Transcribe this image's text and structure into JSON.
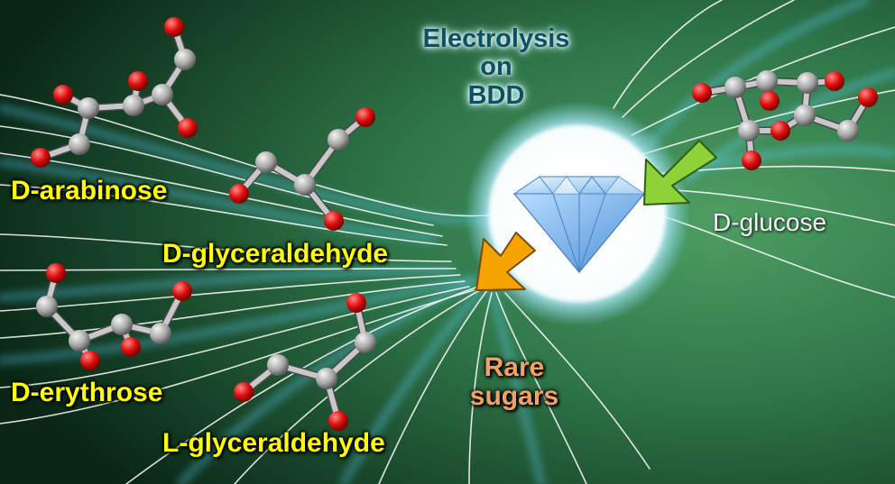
{
  "labels": {
    "process_title": [
      "Electrolysis",
      "on",
      "BDD"
    ],
    "substrate": "D-glucose",
    "products_heading": [
      "Rare",
      "sugars"
    ],
    "products": [
      "D-arabinose",
      "D-glyceraldehyde",
      "D-erythrose",
      "L-glyceraldehyde"
    ]
  },
  "colors": {
    "background_dark": "#0b2a1a",
    "background_light": "#3e8f58",
    "product_label": "#ffff00",
    "title_text": "#0b5163",
    "rare_sugars_text": "#f2a268",
    "carbon_atom": "#a0a0a0",
    "oxygen_atom": "#e01010",
    "arrow_in": "#8ed13a",
    "arrow_out": "#f4a300",
    "electrode": "#cfe6ff"
  },
  "icons": {
    "electrode": "diamond-icon",
    "arrow_in": "green-arrow-icon",
    "arrow_out": "orange-arrow-icon"
  }
}
